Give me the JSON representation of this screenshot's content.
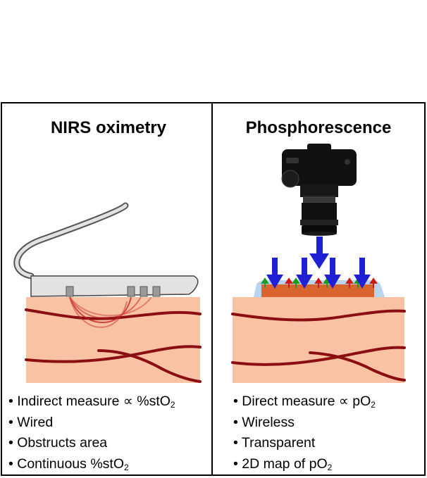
{
  "panels": [
    {
      "title": "NIRS oximetry",
      "bullets": [
        {
          "text": "Indirect measure ∝ %stO",
          "sub": "2"
        },
        {
          "text": "Wired",
          "sub": ""
        },
        {
          "text": "Obstructs area",
          "sub": ""
        },
        {
          "text": "Continuous %stO",
          "sub": "2"
        }
      ]
    },
    {
      "title": "Phosphorescence",
      "bullets": [
        {
          "text": "Direct measure ∝ pO",
          "sub": "2"
        },
        {
          "text": "Wireless",
          "sub": ""
        },
        {
          "text": "Transparent",
          "sub": ""
        },
        {
          "text": "2D map of pO",
          "sub": "2"
        }
      ]
    }
  ],
  "colors": {
    "skin": "#f9c3a3",
    "vessel": "#8b0f12",
    "probe": "#e2e2e2",
    "sensor": "#9a9a9a",
    "excitation_arrow": "#1f1fd6",
    "emission_green": "#1d9c1d",
    "emission_red": "#d01818",
    "film": "#d8652e",
    "film_edge": "#b9d4ee",
    "camera": "#111111"
  }
}
